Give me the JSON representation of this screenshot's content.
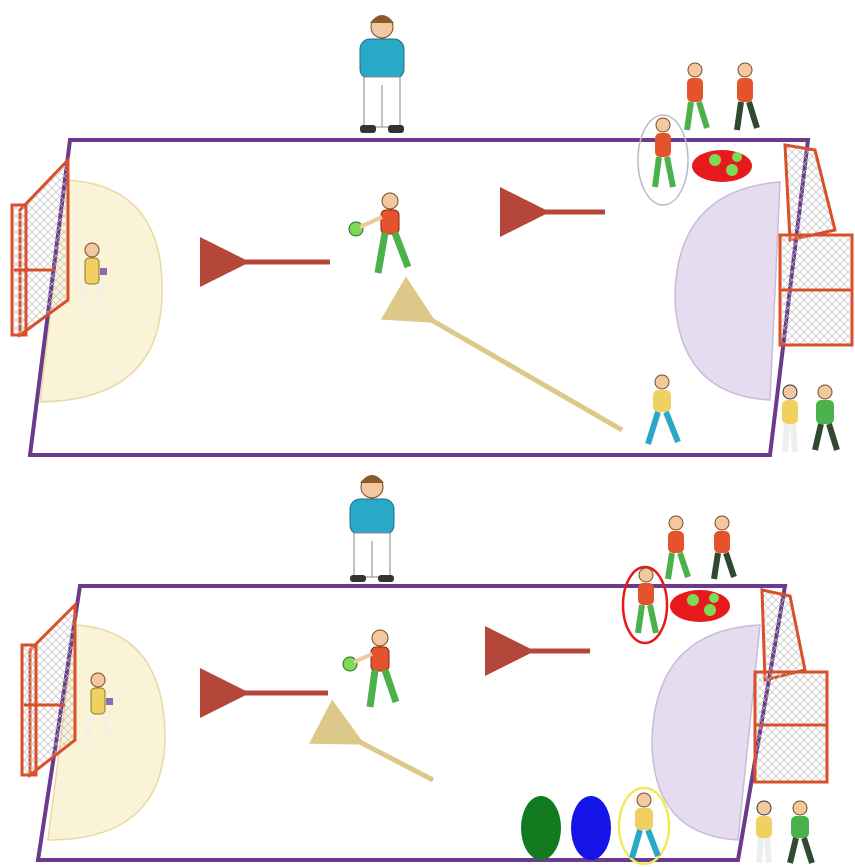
{
  "diagram": {
    "panels": [
      {
        "id": "top",
        "court": {
          "line_color": "#6b3a8c",
          "zone_left_color": "#fbf3d8",
          "zone_right_color": "#e6dcef"
        },
        "ball_basket_color": "#e8191c",
        "highlight_ring_color": "#b9b9cc"
      },
      {
        "id": "bottom",
        "court": {
          "line_color": "#6b3a8c",
          "zone_left_color": "#fbf3d8",
          "zone_right_color": "#e6dcef"
        },
        "ball_basket_color": "#e8191c",
        "highlight_ring_color": "#e8191c",
        "cones": [
          {
            "color": "#127a1f",
            "name": "green-cone"
          },
          {
            "color": "#1414e6",
            "name": "blue-cone"
          }
        ],
        "player_ring_color": "#f2ea55"
      }
    ],
    "colors": {
      "arrow_run": "#b5473a",
      "arrow_pass": "#dcc98a",
      "goal_frame": "#d94f2a",
      "shirt_red": "#e4532b",
      "shirt_blue": "#2aa8c8",
      "shirt_yellow": "#f0d060",
      "pants_green": "#4bb24b",
      "ball": "#7ed957"
    }
  }
}
